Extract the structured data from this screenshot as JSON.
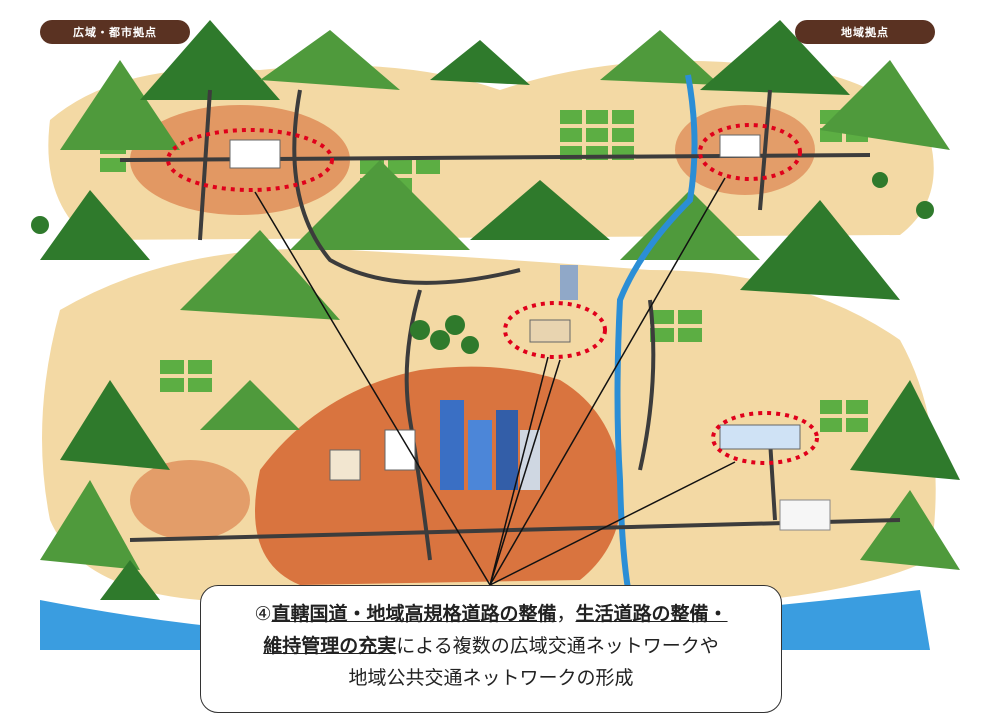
{
  "labels": {
    "left_tag": "広域・都市拠点",
    "right_tag": "地域拠点"
  },
  "caption": {
    "prefix": "④",
    "highlight1": "直轄国道・地域高規格道路の整備",
    "sep": "，",
    "highlight2a": "生活道路の整備・",
    "highlight2b": "維持管理の充実",
    "rest_line2": "による複数の広域交通ネットワークや",
    "line3": "地域公共交通ネットワークの形成"
  },
  "colors": {
    "ground": "#f3d9a4",
    "mountain": "#4f9a3c",
    "mountain_dark": "#2f7a2c",
    "field": "#5cae43",
    "urban": "#d4622e",
    "river": "#2b8ed6",
    "road": "#3c3c3c",
    "highlight_ring": "#e0001b",
    "tag_bg": "#5a3222"
  }
}
